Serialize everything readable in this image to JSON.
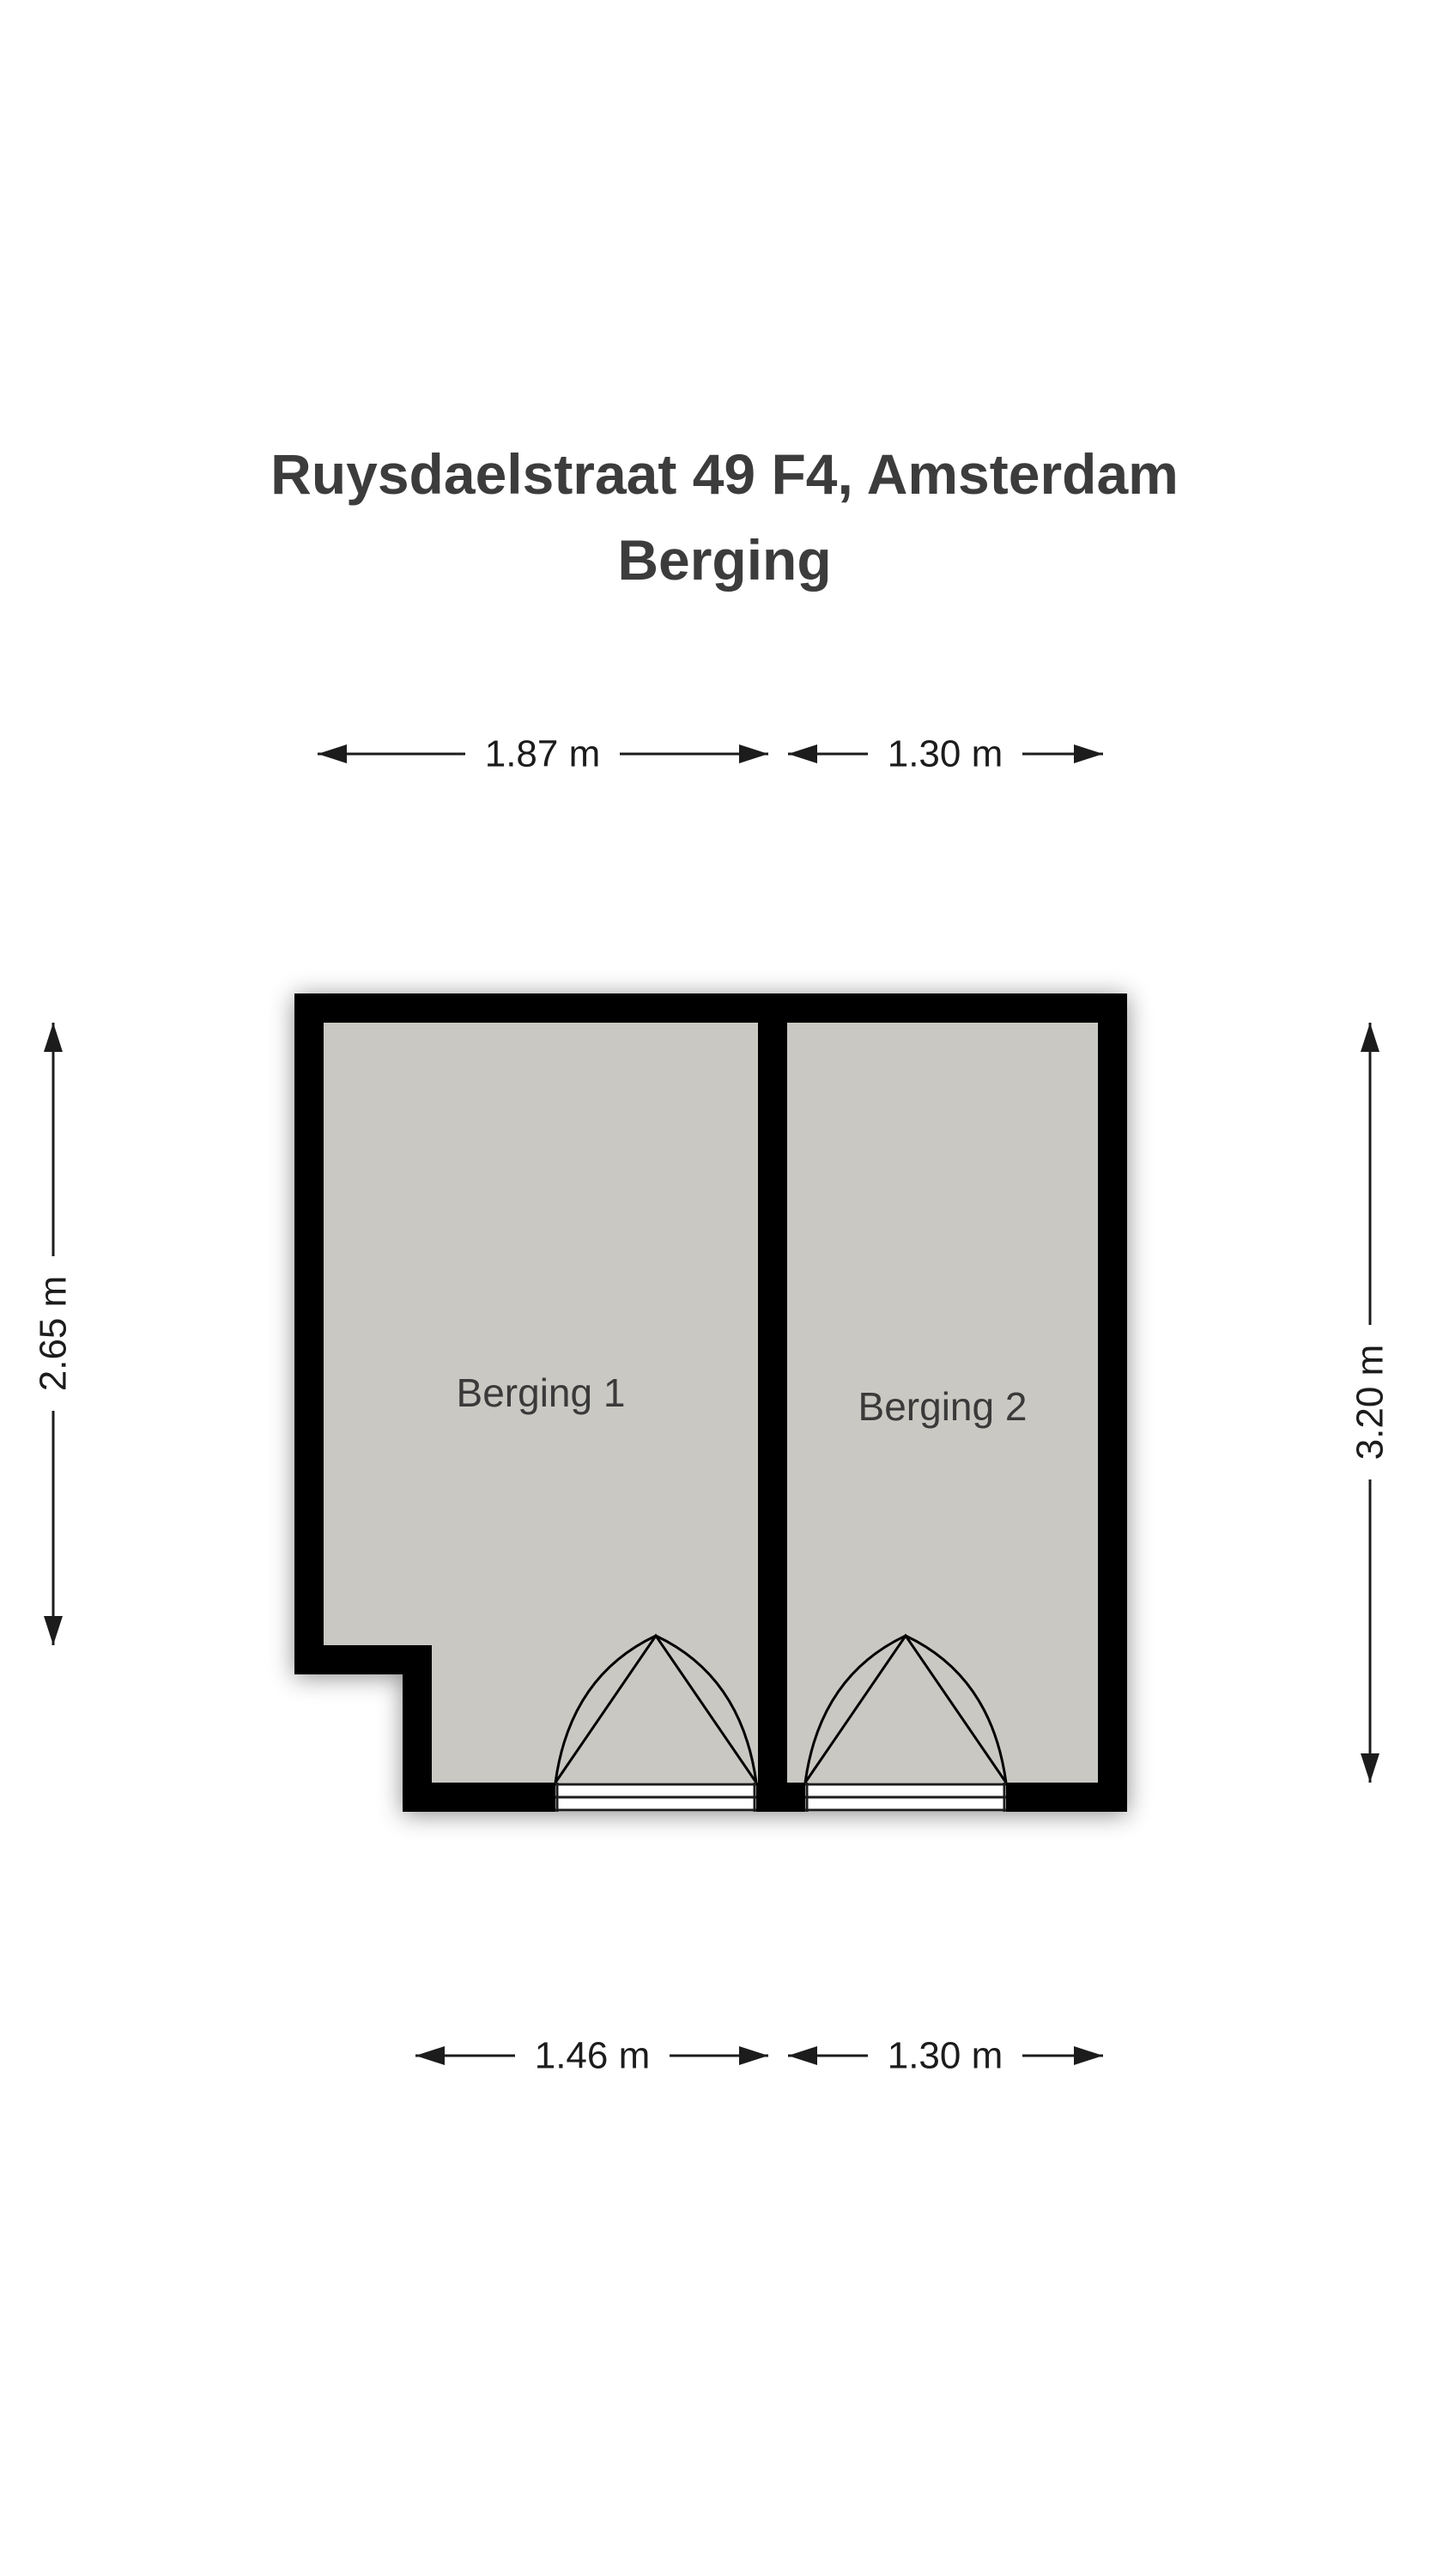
{
  "title": {
    "line1": "Ruysdaelstraat 49 F4, Amsterdam",
    "line2": "Berging"
  },
  "rooms": [
    {
      "name": "Berging 1"
    },
    {
      "name": "Berging 2"
    }
  ],
  "dimensions": {
    "top": [
      {
        "label": "1.87 m"
      },
      {
        "label": "1.30 m"
      }
    ],
    "bottom": [
      {
        "label": "1.46 m"
      },
      {
        "label": "1.30 m"
      }
    ],
    "left": [
      {
        "label": "2.65 m"
      }
    ],
    "right": [
      {
        "label": "3.20 m"
      }
    ]
  },
  "colors": {
    "wall": "#000000",
    "floor": "#c9c8c2",
    "background": "#ffffff",
    "title_text": "#3c3c3c",
    "dimension_text": "#1c1c1c"
  }
}
